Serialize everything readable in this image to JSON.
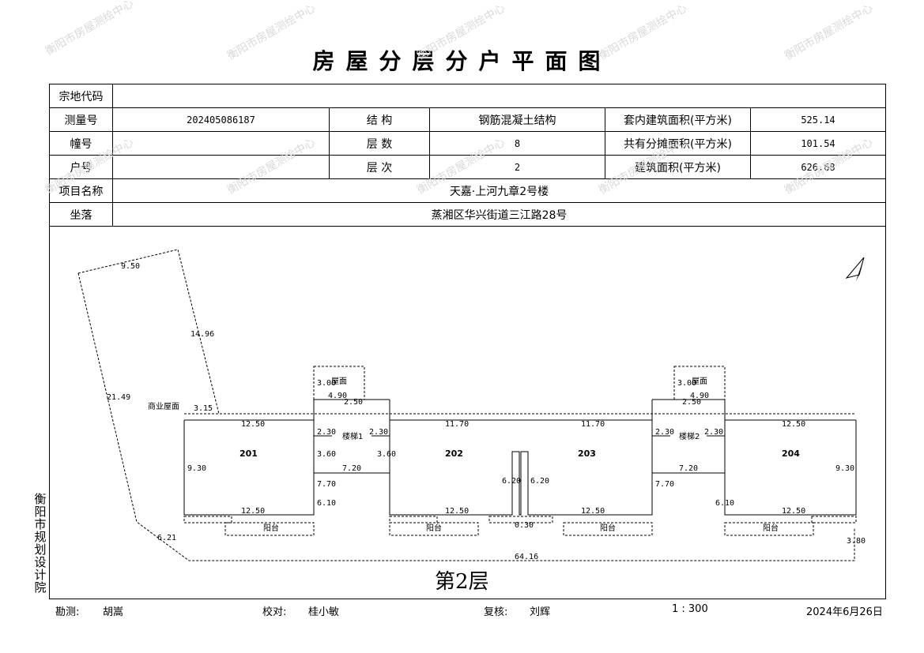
{
  "watermarks": [
    "衡阳市房屋测绘中心"
  ],
  "title": "房屋分层分户平面图",
  "info": {
    "zongdi_label": "宗地代码",
    "zongdi_value": "",
    "celiang_label": "测量号",
    "celiang_value": "202405086187",
    "jiegou_label": "结  构",
    "jiegou_value": "钢筋混凝土结构",
    "taonei_label": "套内建筑面积(平方米)",
    "taonei_value": "525.14",
    "zhuang_label": "幢号",
    "zhuang_value": "",
    "censhu_label": "层  数",
    "censhu_value": "8",
    "gongyou_label": "共有分摊面积(平方米)",
    "gongyou_value": "101.54",
    "hu_label": "户号",
    "hu_value": "",
    "cenci_label": "层  次",
    "cenci_value": "2",
    "jianzhu_label": "建筑面积(平方米)",
    "jianzhu_value": "626.68",
    "xiangmu_label": "项目名称",
    "xiangmu_value": "天嘉·上河九章2号楼",
    "zuoluo_label": "坐落",
    "zuoluo_value": "蒸湘区华兴街道三江路28号"
  },
  "plan": {
    "units": [
      "201",
      "202",
      "203",
      "204"
    ],
    "stairs": [
      "楼梯1",
      "楼梯2"
    ],
    "roof_label": "屋面",
    "commercial_label": "商业屋面",
    "balcony_label": "阳台",
    "floor_label": "第2层",
    "dims": {
      "site_top": "9.50",
      "site_right": "14.96",
      "site_left": "21.49",
      "site_bottom_left": "6.21",
      "total": "64.16",
      "right_offset": "3.80",
      "gap": "0.30",
      "unit_w": "12.50",
      "mid_w": "11.70",
      "unit_h": "9.30",
      "core_w": "7.20",
      "core_h1": "3.60",
      "core_h2": "7.70",
      "core_h3": "6.10",
      "stair_w": "2.30",
      "stair_w2": "2.50",
      "roof_w": "4.90",
      "roof_h": "3.00",
      "gap_h": "6.20",
      "small": "3.15"
    }
  },
  "side_text": "衡阳市规划设计院",
  "footer": {
    "kance_label": "勘测:",
    "kance_value": "胡嵩",
    "jiaodui_label": "校对:",
    "jiaodui_value": "桂小敏",
    "fuhe_label": "复核:",
    "fuhe_value": "刘辉",
    "scale": "1 : 300",
    "date": "2024年6月26日"
  }
}
